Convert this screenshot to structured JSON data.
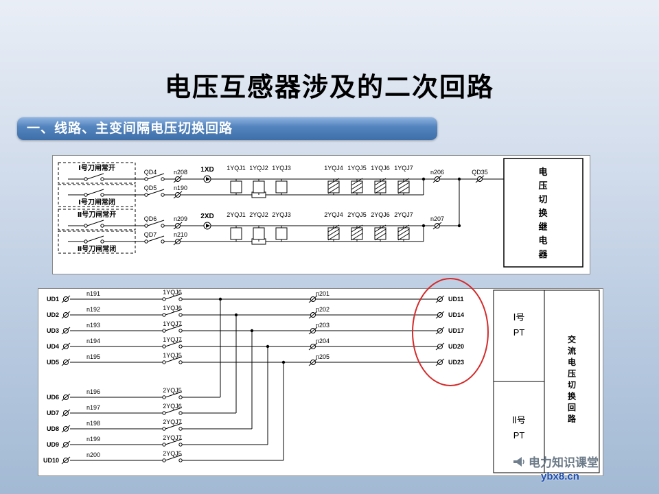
{
  "slide": {
    "title": "电压互感器涉及的二次回路",
    "section_banner": "一、线路、主变间隔电压切换回路"
  },
  "top_diagram": {
    "groups": [
      {
        "open_label": "Ⅰ号刀闸常开",
        "closed_label": "Ⅰ号刀闸常闭",
        "open_contact": "QD4",
        "open_wire": "n208",
        "closed_contact": "QD5",
        "closed_wire": "n190",
        "test_block": "1XD",
        "coils_plain": [
          "1YQJ1",
          "1YQJ2",
          "1YQJ3"
        ],
        "coils_hatched": [
          "1YQJ4",
          "1YQJ5",
          "1YQJ6",
          "1YQJ7"
        ],
        "out_wire": "n206"
      },
      {
        "open_label": "Ⅱ号刀闸常开",
        "closed_label": "Ⅱ号刀闸常闭",
        "open_contact": "QD6",
        "open_wire": "n209",
        "closed_contact": "QD7",
        "closed_wire": "n210",
        "test_block": "2XD",
        "coils_plain": [
          "2YQJ1",
          "2YQJ2",
          "2YQJ3"
        ],
        "coils_hatched": [
          "2YQJ4",
          "2YQJ5",
          "2YQJ6",
          "2YQJ7"
        ],
        "out_wire": "n207"
      }
    ],
    "out_contact": "QD35",
    "relay_box_text": "电压切换继电器"
  },
  "bottom_diagram": {
    "upper_rows": [
      {
        "terminal": "UD1",
        "wire": "n191",
        "contact": "1YQJ6",
        "mid_wire": "n201",
        "out_terminal": "UD11"
      },
      {
        "terminal": "UD2",
        "wire": "n192",
        "contact": "1YQJ6",
        "mid_wire": "n202",
        "out_terminal": "UD14"
      },
      {
        "terminal": "UD3",
        "wire": "n193",
        "contact": "1YQJ7",
        "mid_wire": "n203",
        "out_terminal": "UD17"
      },
      {
        "terminal": "UD4",
        "wire": "n194",
        "contact": "1YQJ7",
        "mid_wire": "n204",
        "out_terminal": "UD20"
      },
      {
        "terminal": "UD5",
        "wire": "n195",
        "contact": "1YQJ5",
        "mid_wire": "n205",
        "out_terminal": "UD23"
      }
    ],
    "lower_rows": [
      {
        "terminal": "UD6",
        "wire": "n196",
        "contact": "2YQJ5"
      },
      {
        "terminal": "UD7",
        "wire": "n197",
        "contact": "2YQJ6"
      },
      {
        "terminal": "UD8",
        "wire": "n198",
        "contact": "2YQJ7"
      },
      {
        "terminal": "UD9",
        "wire": "n199",
        "contact": "2YQJ7"
      },
      {
        "terminal": "UD10",
        "wire": "n200",
        "contact": "2YQJ5"
      }
    ],
    "pt_boxes": [
      {
        "line1": "Ⅰ号",
        "line2": "PT"
      },
      {
        "line1": "Ⅱ号",
        "line2": "PT"
      }
    ],
    "right_box_text": "交流电压切换回路",
    "highlight_color": "#d42a2a"
  },
  "watermark": {
    "brand": "电力知识课堂",
    "url": "ybx8.cn"
  }
}
